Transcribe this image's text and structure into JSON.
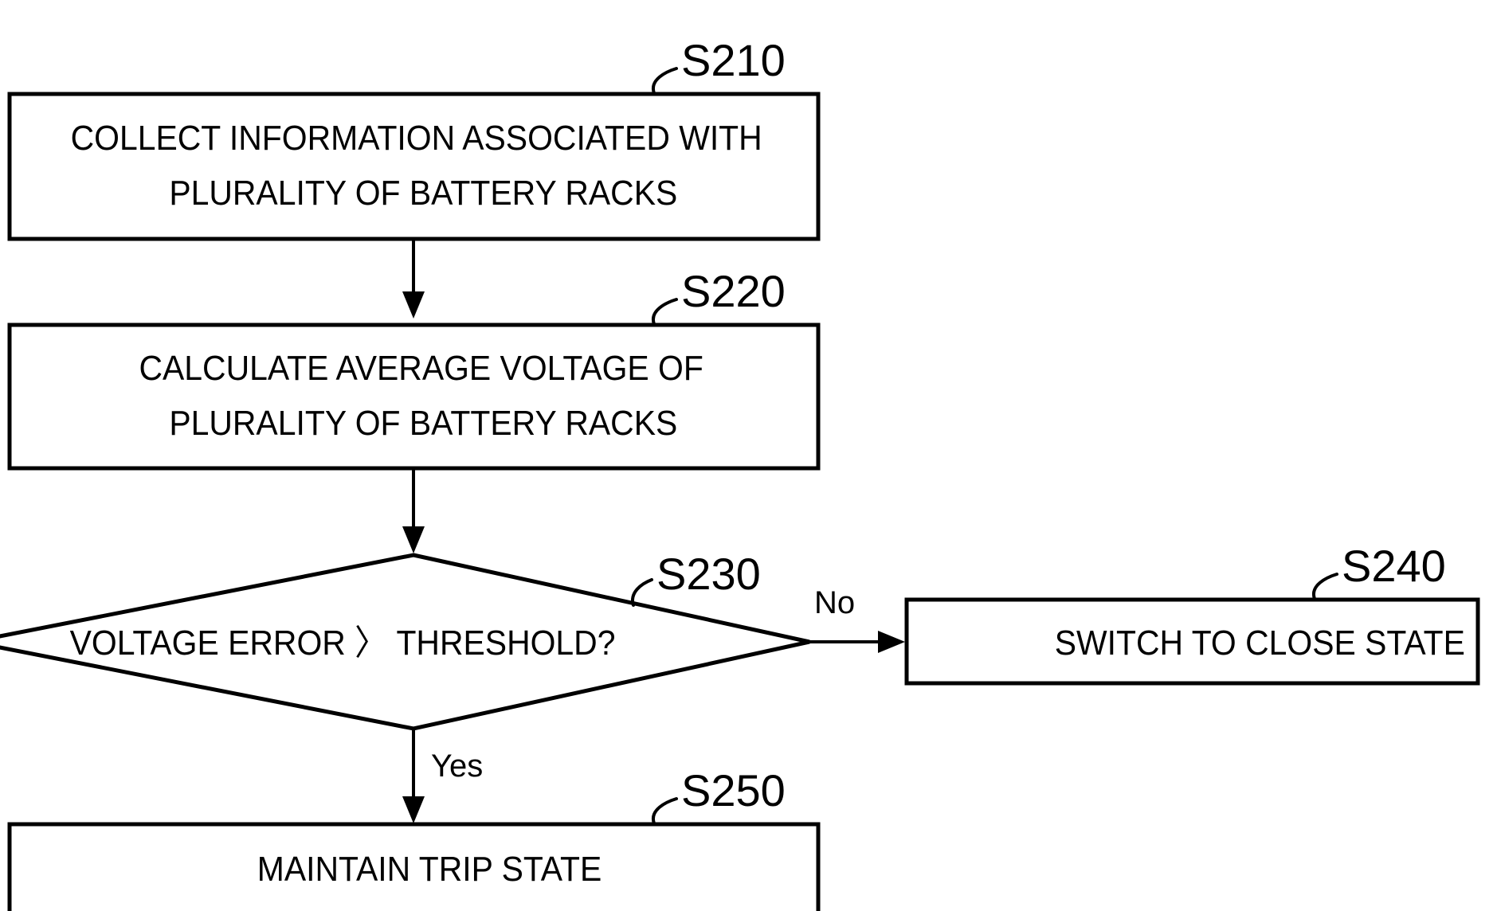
{
  "diagram": {
    "type": "flowchart",
    "title": "Battery rack voltage error trip decision flow",
    "nodes": [
      {
        "id": "S210",
        "shape": "process",
        "step_label": "S210",
        "lines": [
          "COLLECT INFORMATION ASSOCIATED WITH",
          "PLURALITY OF BATTERY RACKS"
        ]
      },
      {
        "id": "S220",
        "shape": "process",
        "step_label": "S220",
        "lines": [
          "CALCULATE AVERAGE VOLTAGE OF",
          "PLURALITY OF BATTERY RACKS"
        ]
      },
      {
        "id": "S230",
        "shape": "decision",
        "step_label": "S230",
        "lines": [
          "VOLTAGE ERROR 〉 THRESHOLD?"
        ]
      },
      {
        "id": "S240",
        "shape": "process",
        "step_label": "S240",
        "lines": [
          "SWITCH TO CLOSE STATE"
        ]
      },
      {
        "id": "S250",
        "shape": "process",
        "step_label": "S250",
        "lines": [
          "MAINTAIN TRIP STATE"
        ]
      }
    ],
    "edges": [
      {
        "id": "e1",
        "from": "S210",
        "to": "S220",
        "label": ""
      },
      {
        "id": "e2",
        "from": "S220",
        "to": "S230",
        "label": ""
      },
      {
        "id": "e3",
        "from": "S230",
        "to": "S240",
        "label": "No"
      },
      {
        "id": "e4",
        "from": "S230",
        "to": "S250",
        "label": "Yes"
      }
    ],
    "colors": {
      "stroke": "#000000",
      "fill": "#ffffff",
      "background": "#ffffff"
    }
  }
}
